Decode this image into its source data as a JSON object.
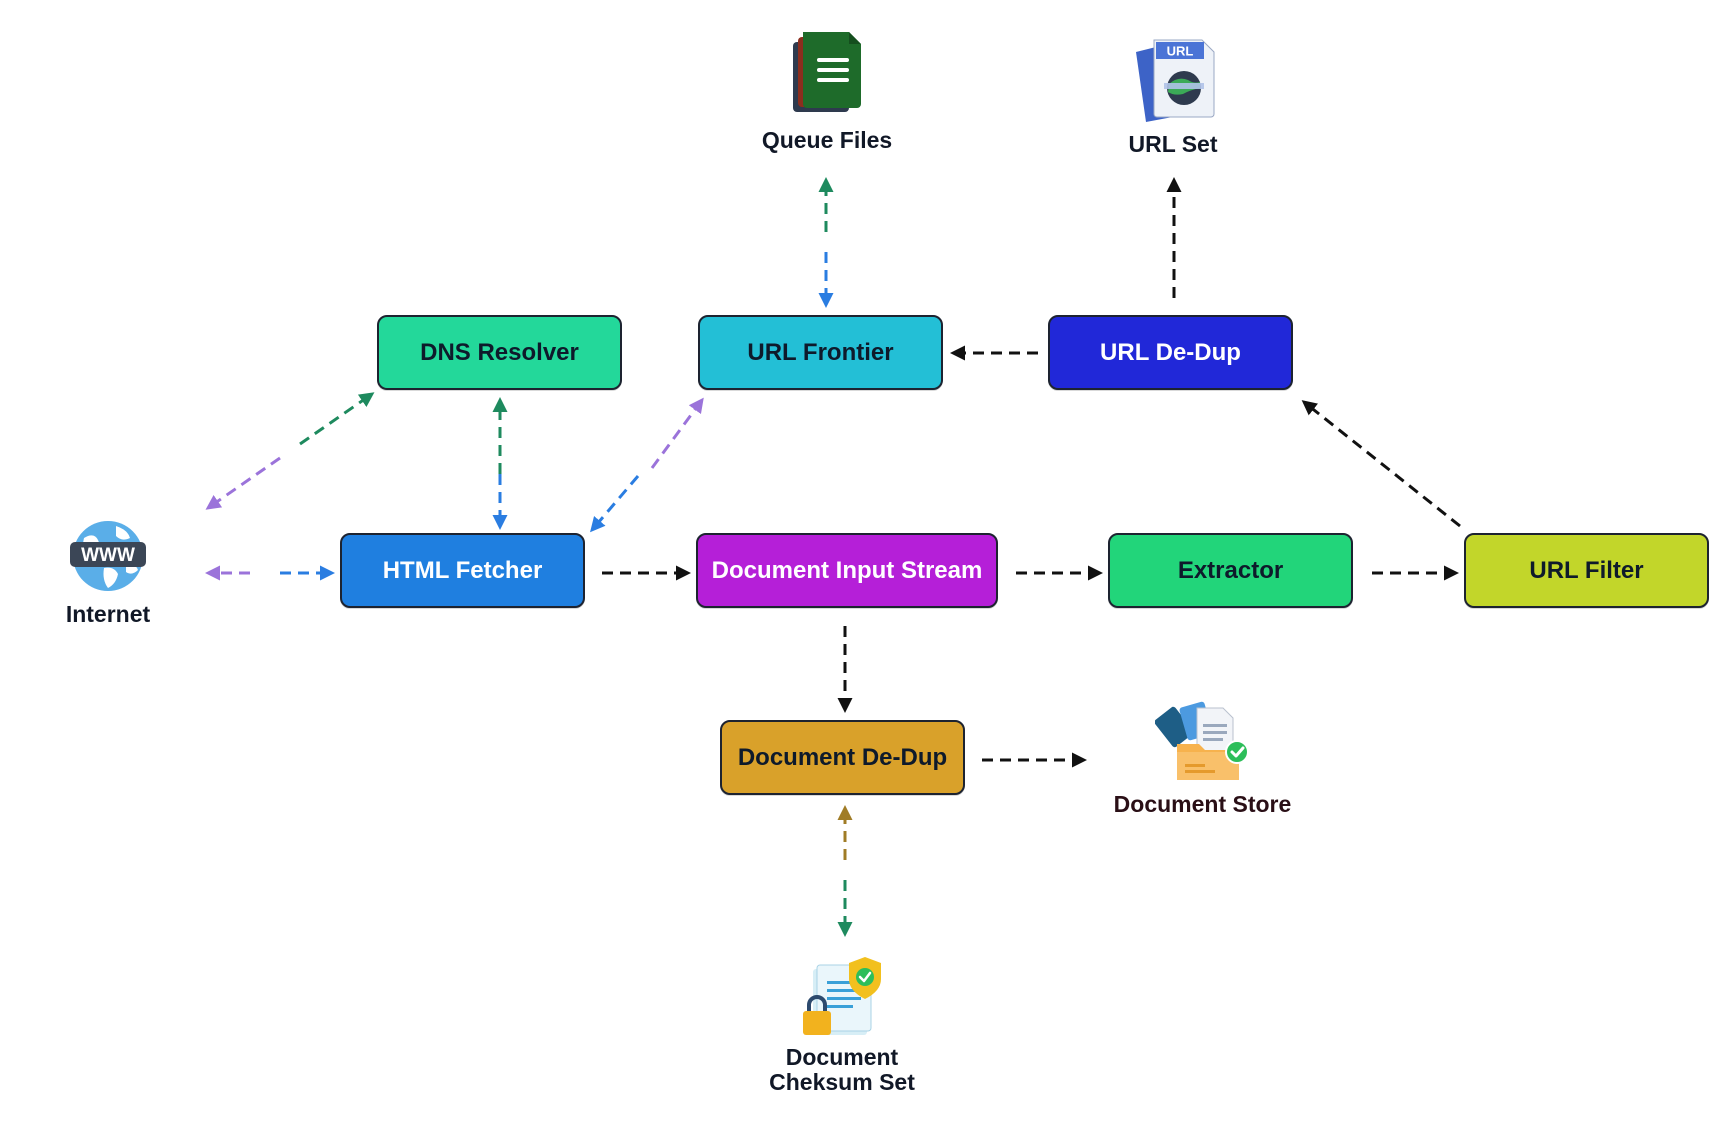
{
  "nodes": {
    "dns_resolver": {
      "label": "DNS Resolver",
      "fill": "#23D89A",
      "text": "#0e1a2b"
    },
    "url_frontier": {
      "label": "URL Frontier",
      "fill": "#23BFD6",
      "text": "#0e1a2b"
    },
    "url_dedup": {
      "label": "URL De-Dup",
      "fill": "#2128D8",
      "text": "#ffffff"
    },
    "html_fetcher": {
      "label": "HTML Fetcher",
      "fill": "#1F7FE0",
      "text": "#ffffff"
    },
    "doc_input_stream": {
      "label": "Document Input Stream",
      "fill": "#B51FD8",
      "text": "#ffffff"
    },
    "extractor": {
      "label": "Extractor",
      "fill": "#22D57A",
      "text": "#0e1a2b"
    },
    "url_filter": {
      "label": "URL Filter",
      "fill": "#C2D62A",
      "text": "#0e1a2b"
    },
    "doc_dedup": {
      "label": "Document De-Dup",
      "fill": "#D9A12A",
      "text": "#0e1a2b"
    }
  },
  "stores": {
    "queue_files": {
      "label": "Queue Files",
      "icon": "document-stack-icon"
    },
    "url_set": {
      "label": "URL Set",
      "icon_text": "URL",
      "icon": "url-file-icon"
    },
    "internet": {
      "label": "Internet",
      "icon_text": "WWW",
      "icon": "globe-icon"
    },
    "document_store": {
      "label": "Document Store",
      "icon": "folder-check-icon"
    },
    "checksum_set": {
      "label_line1": "Document",
      "label_line2": "Cheksum Set",
      "icon": "locked-document-icon"
    }
  },
  "arrow_colors": {
    "black": "#111111",
    "green": "#1E8A5E",
    "blue": "#2A7DE1",
    "purple": "#9B73DA",
    "olive": "#A07C26"
  }
}
